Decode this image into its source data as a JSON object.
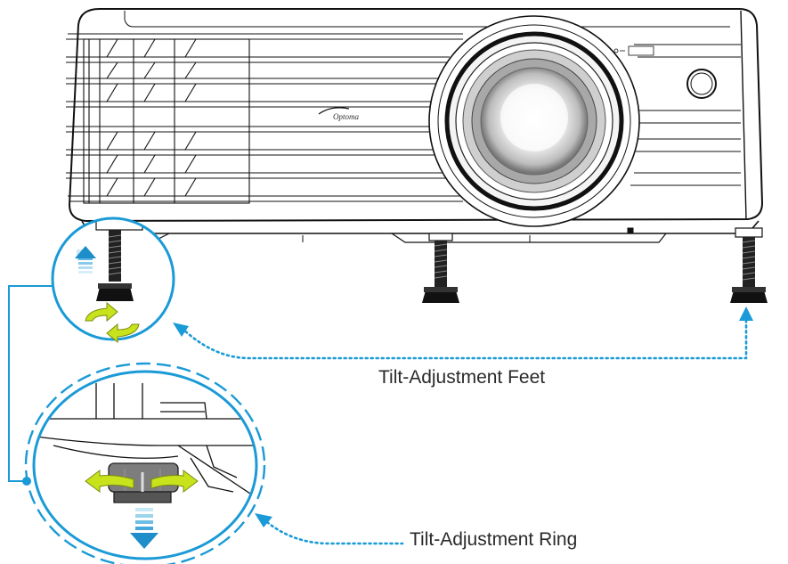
{
  "callouts": {
    "feet_label": "Tilt-Adjustment Feet",
    "ring_label": "Tilt-Adjustment Ring"
  },
  "projector": {
    "brand_label": "Optoma"
  },
  "colors": {
    "callout_blue": "#1a9ad6",
    "arrow_blue": "#29a3d9",
    "rotate_green": "#c8e21c",
    "outline": "#111111"
  },
  "icons": {
    "up_arrow": "arrow-up-icon",
    "down_arrow": "arrow-down-icon",
    "rotate": "rotate-arrows-icon"
  }
}
